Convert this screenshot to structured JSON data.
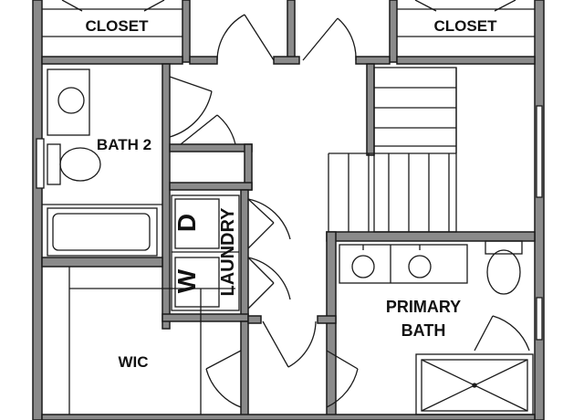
{
  "rooms": {
    "closet_left": "CLOSET",
    "closet_right": "CLOSET",
    "bath2": "BATH 2",
    "laundry": "LAUNDRY",
    "washer": "W",
    "dryer": "D",
    "primary_bath_line1": "PRIMARY",
    "primary_bath_line2": "BATH",
    "wic": "WIC"
  },
  "colors": {
    "wall_fill": "#8a8a8a",
    "wall_stroke": "#1a1a1a",
    "line": "#1a1a1a",
    "background": "#ffffff"
  }
}
